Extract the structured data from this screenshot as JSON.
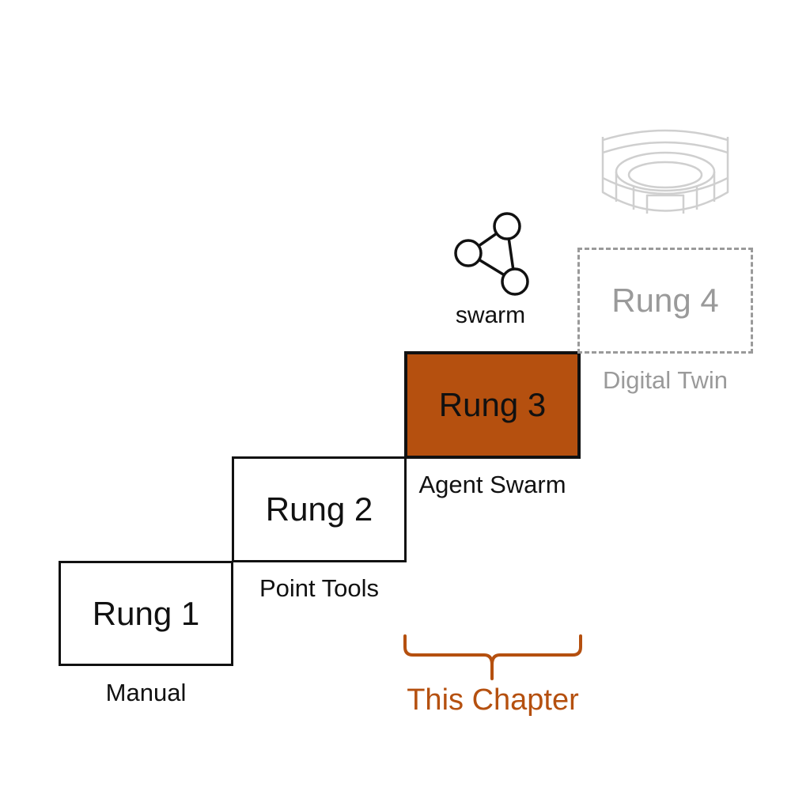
{
  "colors": {
    "accent": "#b5500f",
    "ink": "#111111",
    "muted": "#9a9a9a",
    "faint": "#cfcfcf"
  },
  "rungs": [
    {
      "label": "Rung 1",
      "caption": "Manual"
    },
    {
      "label": "Rung 2",
      "caption": "Point Tools"
    },
    {
      "label": "Rung 3",
      "caption": "Agent Swarm"
    },
    {
      "label": "Rung 4",
      "caption": "Digital Twin"
    }
  ],
  "icons": {
    "swarm": {
      "name": "swarm-network-icon",
      "label": "swarm"
    },
    "twin": {
      "name": "stadium-icon"
    }
  },
  "chapter": {
    "label": "This Chapter"
  }
}
